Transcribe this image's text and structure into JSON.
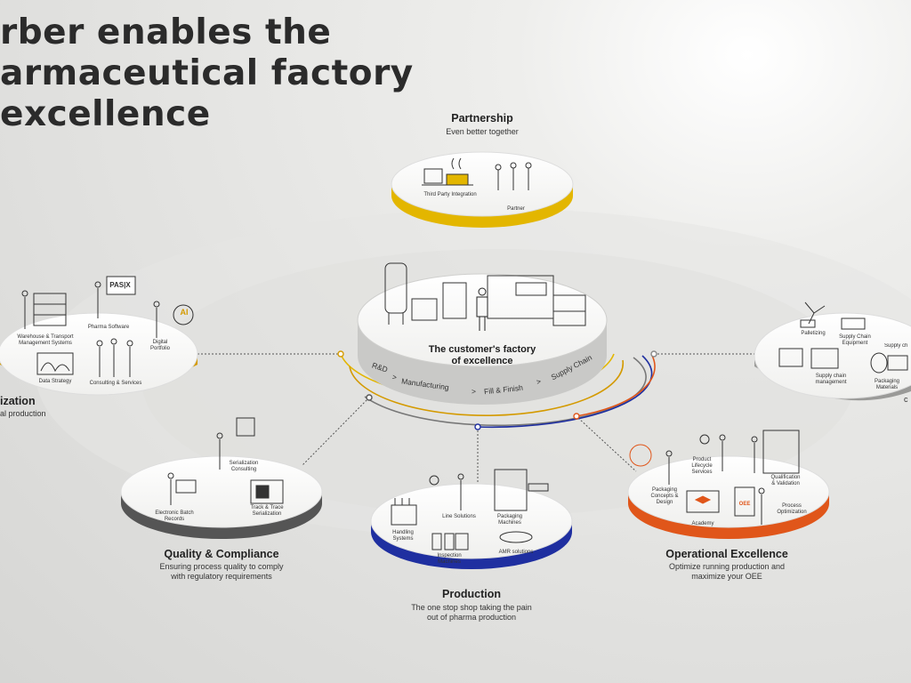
{
  "headline": {
    "line1": "rber enables the",
    "line2": "armaceutical factory",
    "line3": "excellence"
  },
  "center": {
    "title_line1": "The customer's factory",
    "title_line2": "of excellence",
    "stages": [
      "R&D",
      ">",
      "Manufacturing",
      ">",
      "Fill & Finish",
      ">",
      "Supply Chain"
    ]
  },
  "partnership": {
    "title": "Partnership",
    "subtitle": "Even better together",
    "items": [
      "Third Party Integration",
      "Partner"
    ]
  },
  "digitalization": {
    "title_fragment": "ization",
    "subtitle_fragment": "al production",
    "items": [
      "Warehouse & Transport",
      "Management Systems",
      "Pharma Software",
      "Digital",
      "Portfolio",
      "Data Strategy",
      "Consulting & Services"
    ],
    "badges": {
      "pasx": "PAS|X",
      "ai": "AI"
    }
  },
  "supply_chain": {
    "items": [
      "Palletizing",
      "Supply Chain",
      "Equipment",
      "Supply ch",
      "Supply chain",
      "management",
      "Packaging",
      "Materials"
    ],
    "edge_fragment": "c"
  },
  "quality": {
    "title": "Quality & Compliance",
    "subtitle_line1": "Ensuring process quality to comply",
    "subtitle_line2": "with regulatory requirements",
    "items": [
      "Serialization",
      "Consulting",
      "Electronic Batch",
      "Records",
      "Track & Trace",
      "Serialization"
    ]
  },
  "production": {
    "title": "Production",
    "subtitle_line1": "The one stop shop taking the pain",
    "subtitle_line2": "out of pharma production",
    "items": [
      "Line Solutions",
      "Packaging",
      "Machines",
      "Handling",
      "Systems",
      "Inspection",
      "Machines",
      "AMR solutions"
    ]
  },
  "operational": {
    "title": "Operational Excellence",
    "subtitle_line1": "Optimize running production and",
    "subtitle_line2": "maximize your OEE",
    "items": [
      "Product",
      "Lifecycle",
      "Services",
      "Qualification",
      "& Validation",
      "Packaging",
      "Concepts &",
      "Design",
      "Academy",
      "Process",
      "Optimization"
    ],
    "badge": "OEE"
  },
  "colors": {
    "partnership": "#e3b600",
    "digitalization": "#d49a00",
    "quality": "#555555",
    "production": "#1f2fa0",
    "operational": "#e0561a",
    "supply_chain": "#8a8a8a"
  }
}
